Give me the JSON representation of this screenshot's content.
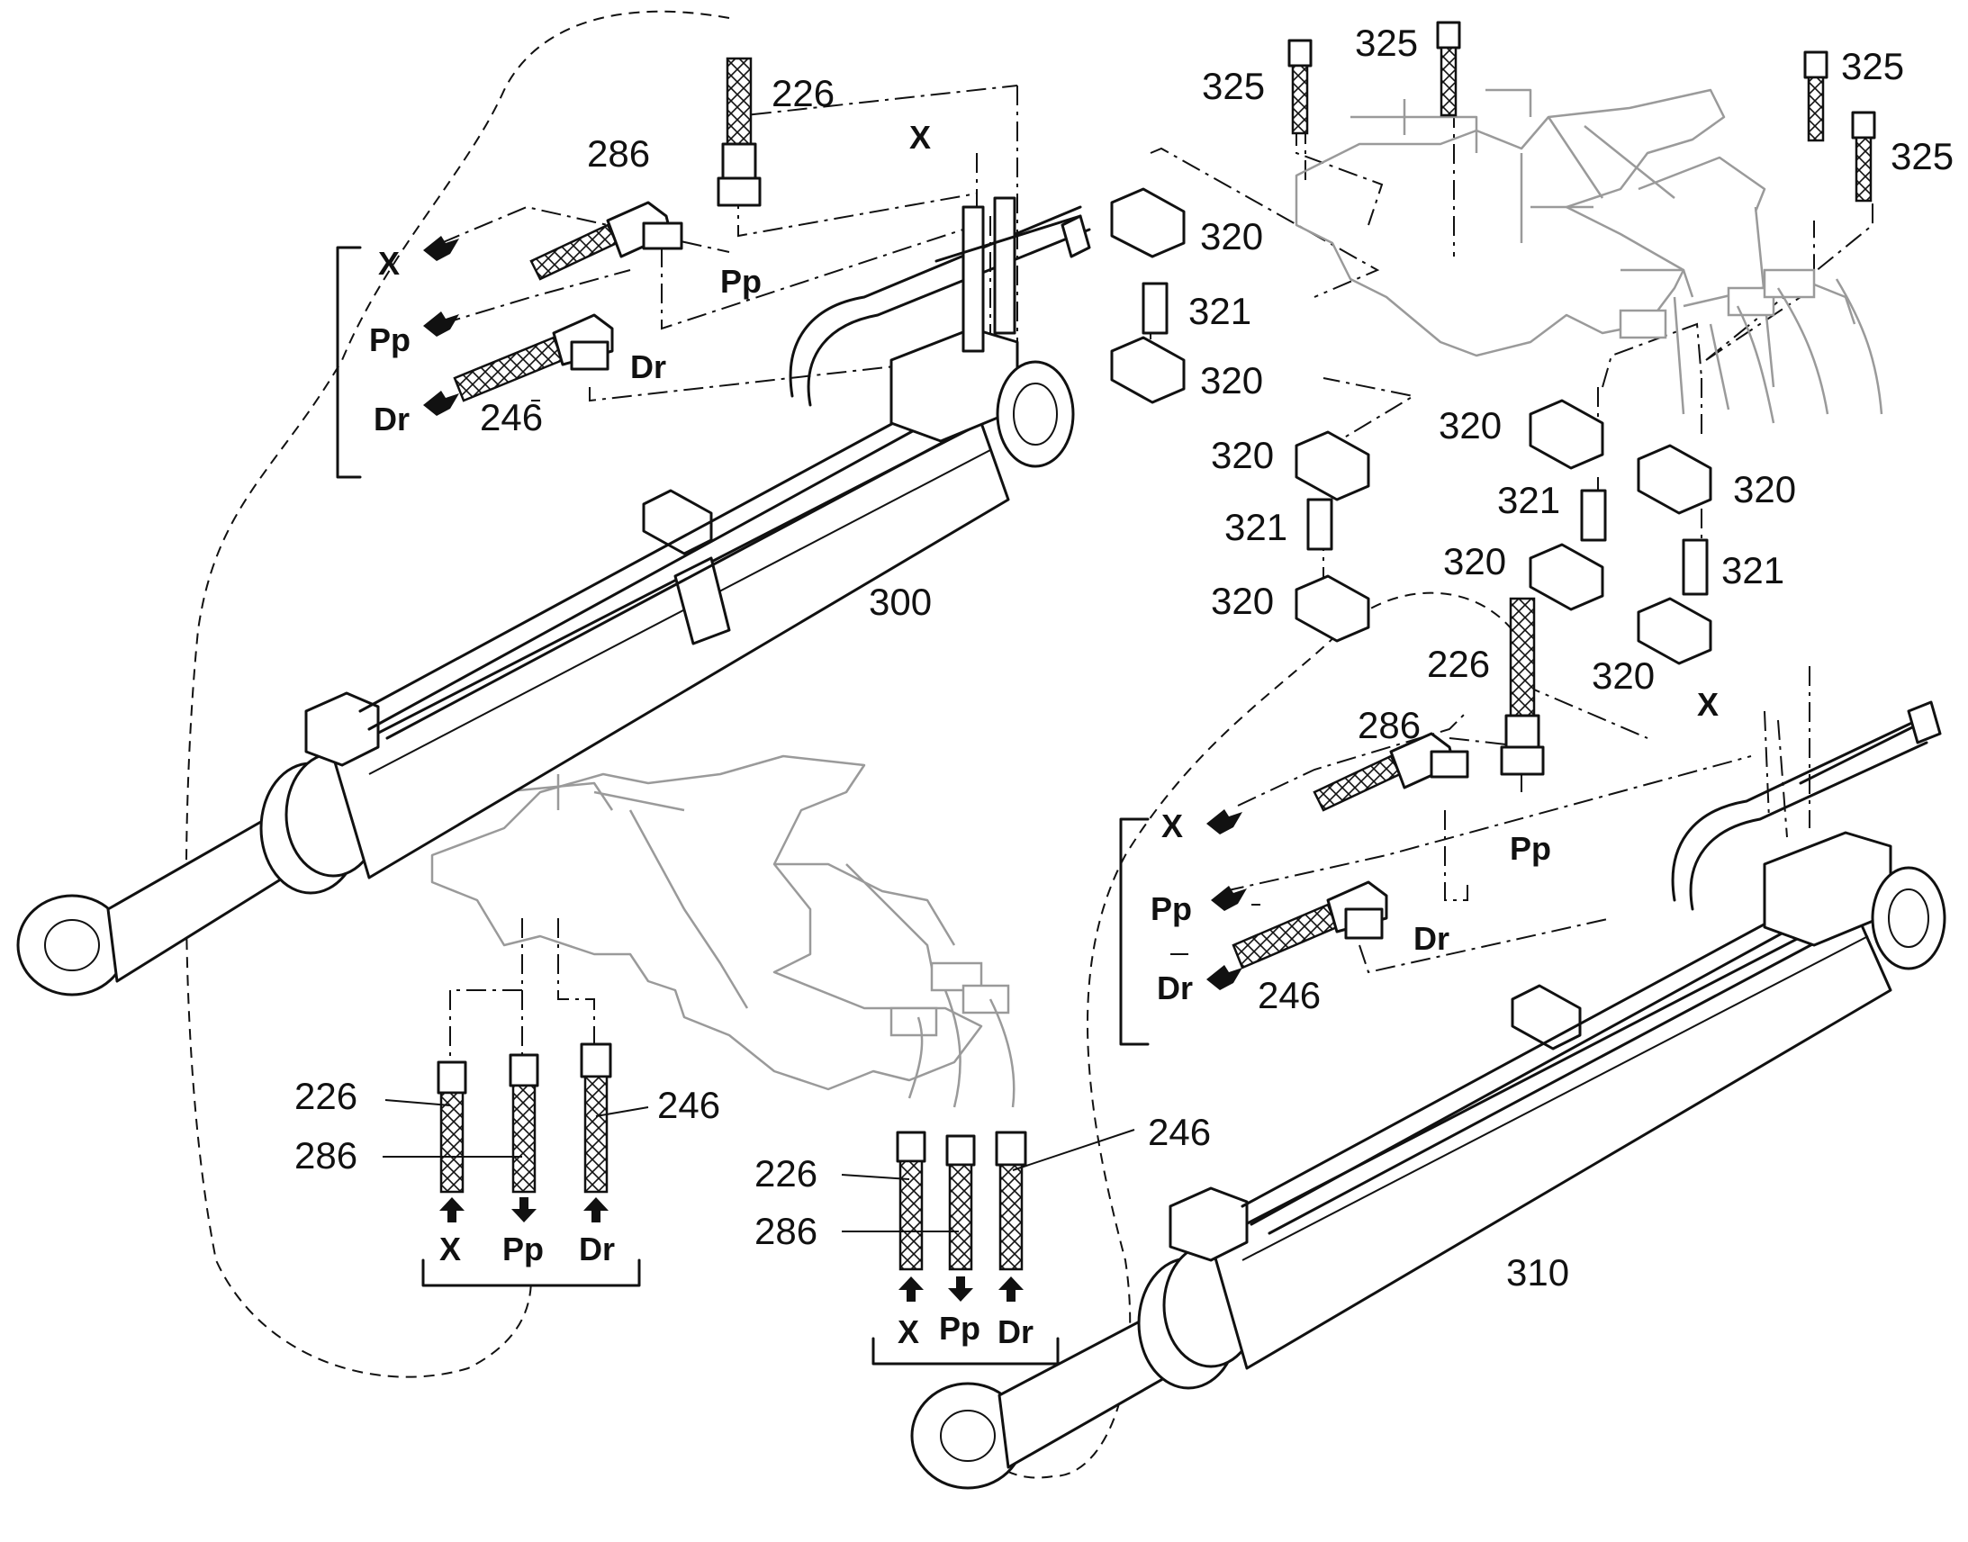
{
  "parts": {
    "cylinder_top": "300",
    "cylinder_bottom": "310",
    "hose_226": "226",
    "hose_286": "286",
    "hose_246": "246",
    "clamp_320": "320",
    "spacer_321": "321",
    "bolt_325": "325"
  },
  "ports": {
    "x": "X",
    "pp": "Pp",
    "dr": "Dr"
  }
}
